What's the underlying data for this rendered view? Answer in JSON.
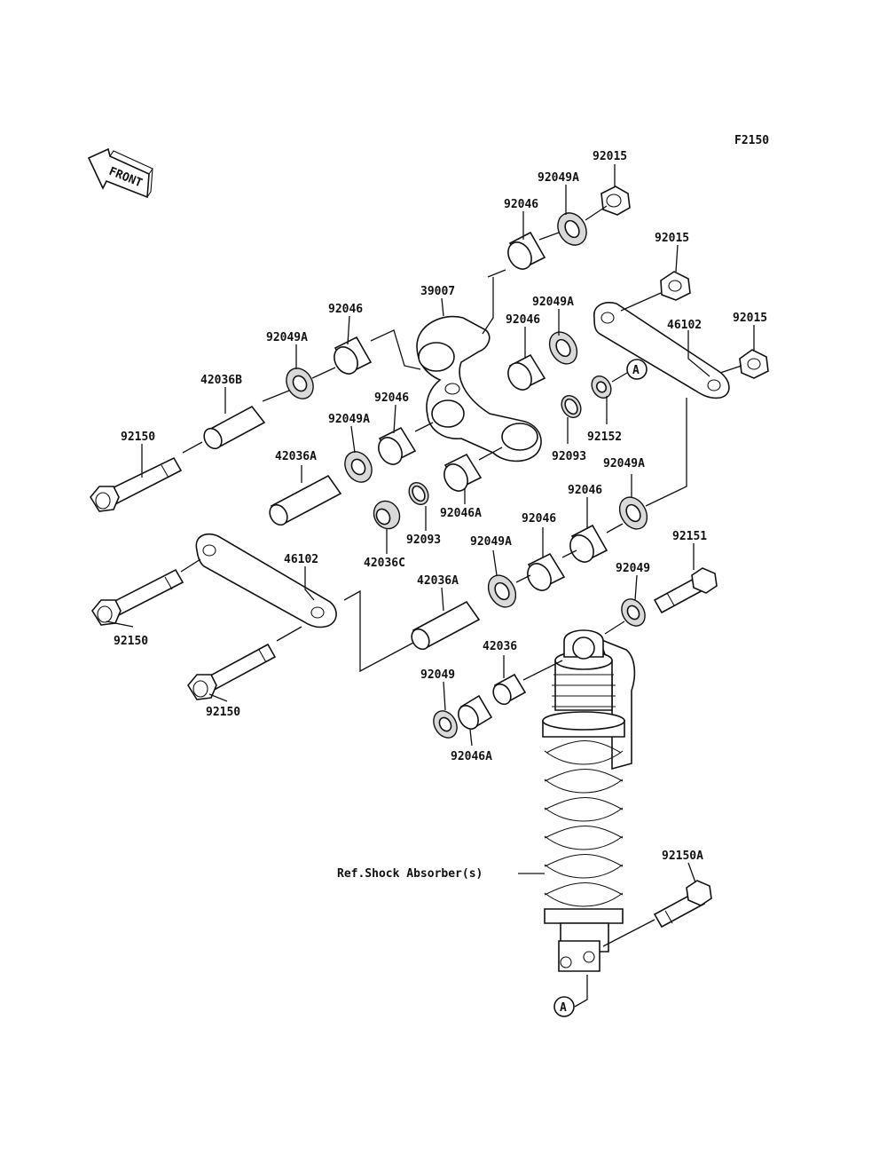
{
  "figure_code": "F2150",
  "front_indicator": "FRONT",
  "callout_marker": "A",
  "reference_note": "Ref.Shock Absorber(s)",
  "labels": {
    "n92015_top": "92015",
    "n92049A_top": "92049A",
    "n92046_top": "92046",
    "n92015_mid": "92015",
    "n39007": "39007",
    "n92046_left": "92046",
    "n92049A_center": "92049A",
    "n92046_center": "92046",
    "n92015_right": "92015",
    "n46102_right": "46102",
    "n92049A_left": "92049A",
    "n42036B": "42036B",
    "n92046_lower": "92046",
    "n92152": "92152",
    "n92150_upper": "92150",
    "n92049A_lower": "92049A",
    "n92093_right": "92093",
    "n42036A_upper": "42036A",
    "n92049A_right": "92049A",
    "n92046_right_low": "92046",
    "n92046A_upper": "92046A",
    "n92093_left": "92093",
    "n42036C": "42036C",
    "n92046_mid_low": "92046",
    "n92049A_mid_low": "92049A",
    "n92151": "92151",
    "n46102_left": "46102",
    "n92049_right": "92049",
    "n42036A_lower": "42036A",
    "n92150_mid": "92150",
    "n42036": "42036",
    "n92049_left": "92049",
    "n92150_lower": "92150",
    "n92046A_lower": "92046A",
    "n92150A": "92150A"
  }
}
